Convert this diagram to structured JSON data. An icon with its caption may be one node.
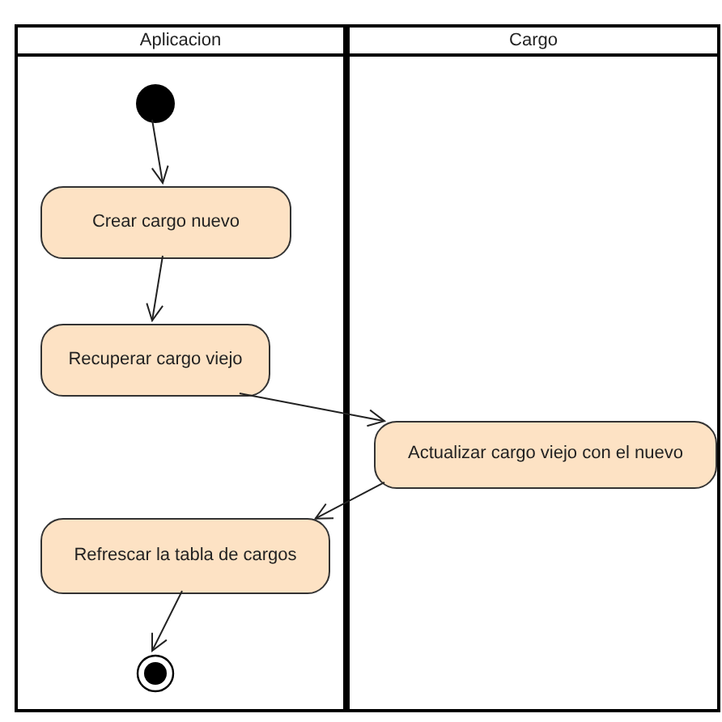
{
  "diagram": {
    "nodes": [
      {
        "text": [
          "Aplicacion"
        ]
      },
      {
        "text": [
          "Cargo"
        ]
      },
      {
        "text": [],
        "shape": "circle",
        "in": 0
      },
      {
        "text": [
          "Crear cargo nuevo"
        ],
        "in": 0
      },
      {
        "text": [
          "Recuperar cargo viejo"
        ],
        "in": 0
      },
      {
        "text": [
          "Actualizar cargo viejo con el nuevo"
        ],
        "in": 1
      },
      {
        "text": [
          "Refrescar la tabla de cargos"
        ],
        "in": 0
      },
      {
        "text": [],
        "shape": "circle",
        "in": 0
      }
    ],
    "edges": [
      {
        "from": 2,
        "to": 3,
        "arrow": "to"
      },
      {
        "from": 3,
        "to": 4,
        "arrow": "to"
      },
      {
        "from": 4,
        "to": 5,
        "arrow": "to"
      },
      {
        "from": 5,
        "to": 6,
        "arrow": "to"
      },
      {
        "from": 6,
        "to": 7,
        "arrow": "to"
      }
    ]
  }
}
